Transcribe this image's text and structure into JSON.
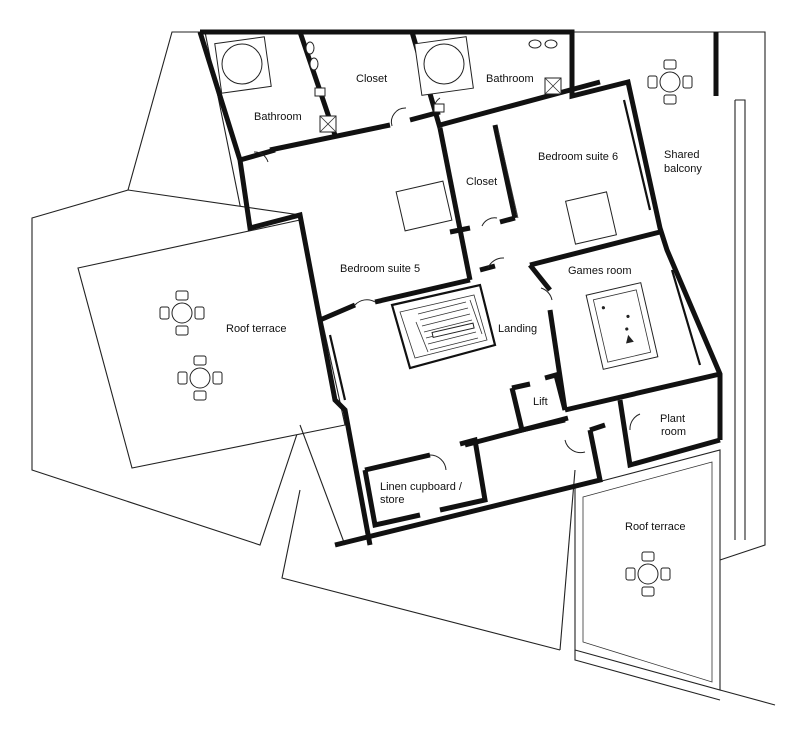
{
  "rooms": {
    "bathroom_left": "Bathroom",
    "closet_top": "Closet",
    "bathroom_right": "Bathroom",
    "shared_balcony_1": "Shared",
    "shared_balcony_2": "balcony",
    "bedroom_suite_6": "Bedroom suite 6",
    "closet_middle": "Closet",
    "bedroom_suite_5": "Bedroom suite 5",
    "games_room": "Games room",
    "roof_terrace_left": "Roof terrace",
    "landing": "Landing",
    "lift": "Lift",
    "plant_room_1": "Plant",
    "plant_room_2": "room",
    "linen_1": "Linen cupboard /",
    "linen_2": "store",
    "roof_terrace_right": "Roof terrace"
  }
}
